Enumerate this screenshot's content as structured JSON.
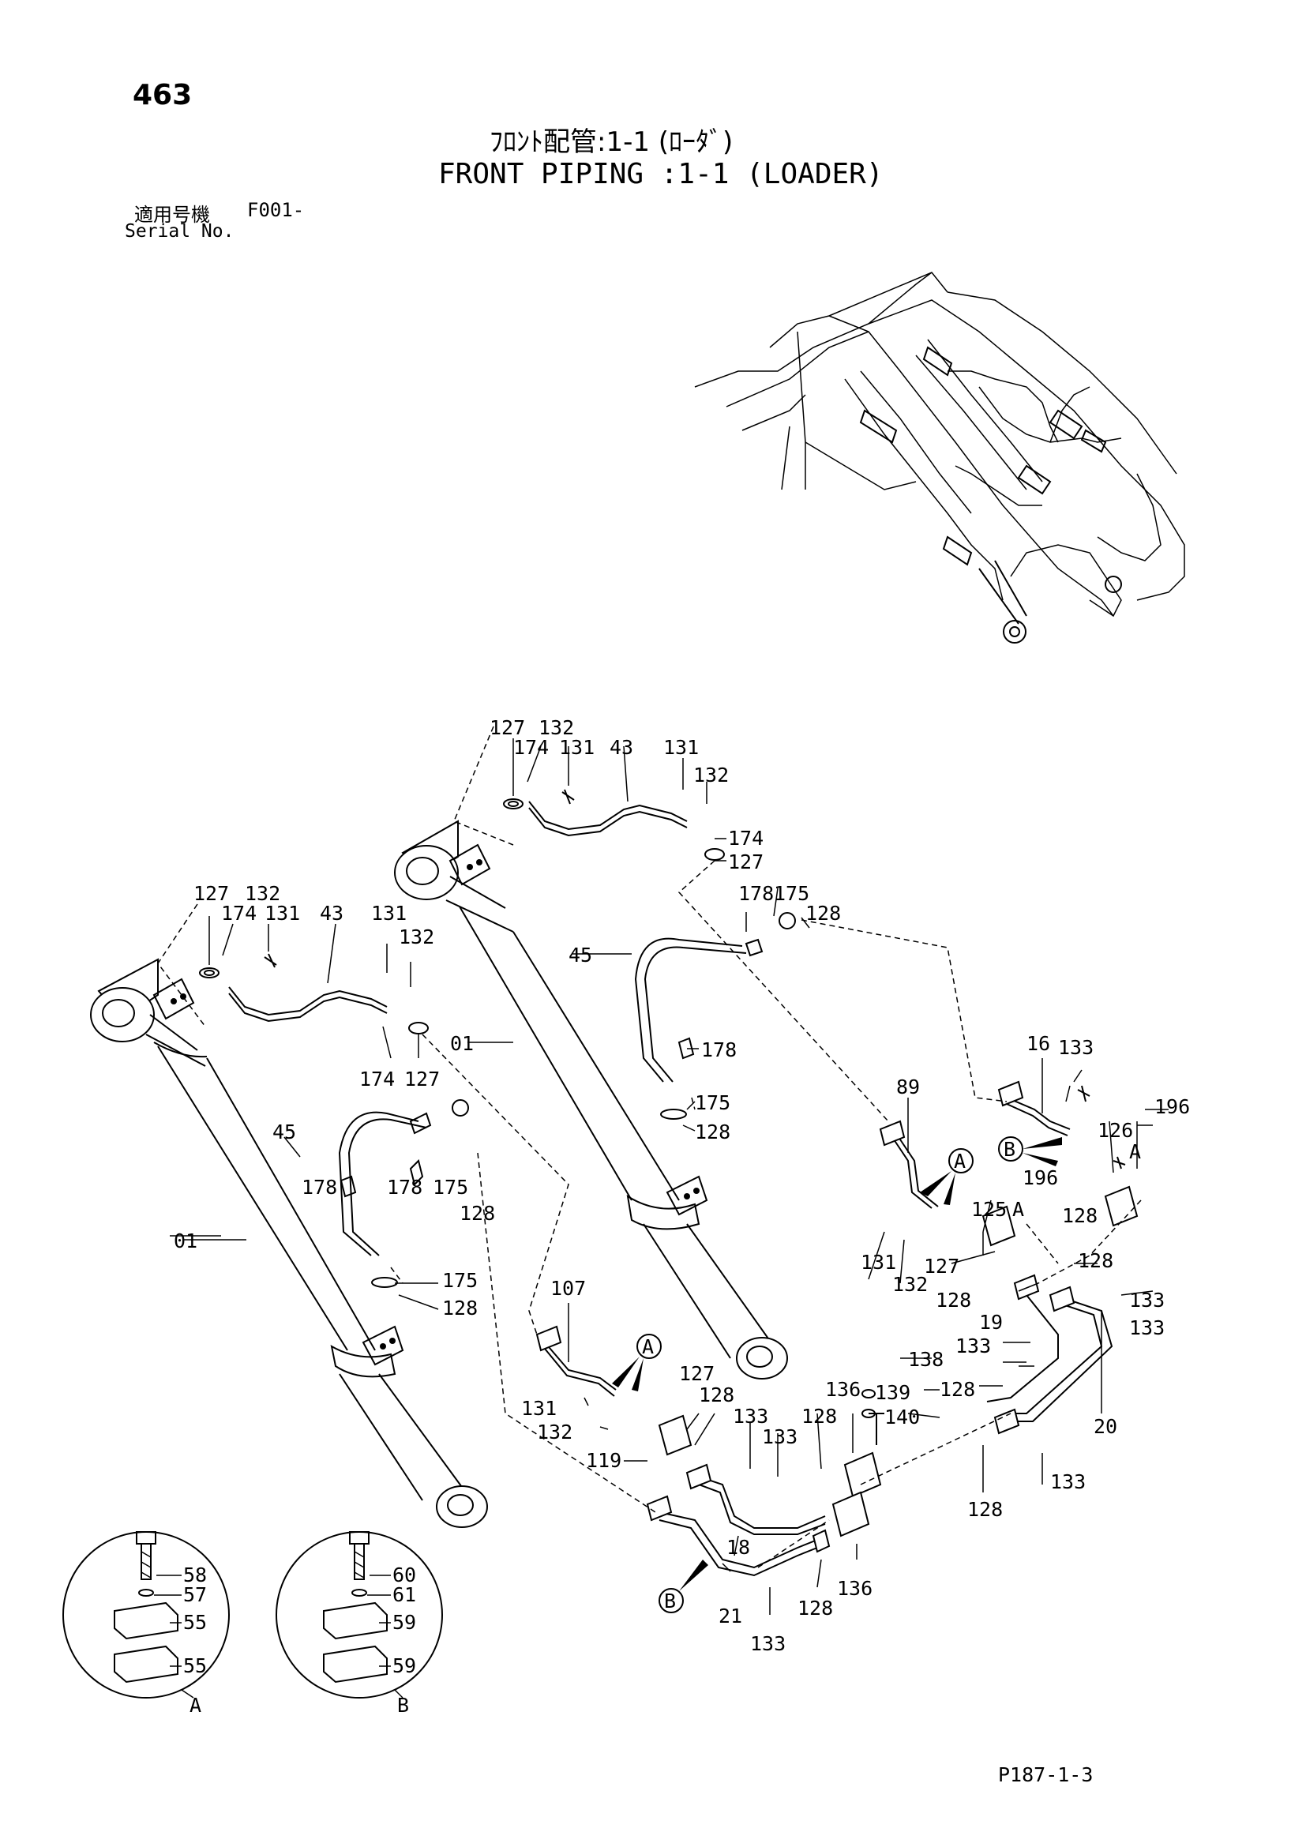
{
  "header": {
    "page_number": "463",
    "title_jp": "ﾌﾛﾝﾄ配管:1-1 (ﾛｰﾀﾞ)",
    "title_en": "FRONT PIPING :1-1 (LOADER)",
    "serial_label_jp": "適用号機",
    "serial_code": "F001-",
    "serial_label_en": "Serial No."
  },
  "callouts": {
    "c01a": "01",
    "c01b": "01",
    "c16": "16",
    "c18": "18",
    "c19": "19",
    "c20": "20",
    "c21": "21",
    "c43a": "43",
    "c43b": "43",
    "c45a": "45",
    "c45b": "45",
    "c55a": "55",
    "c55b": "55",
    "c57": "57",
    "c58": "58",
    "c59a": "59",
    "c59b": "59",
    "c60": "60",
    "c61": "61",
    "c89": "89",
    "c107": "107",
    "c119": "119",
    "c125": "125",
    "c126": "126",
    "c127": "127",
    "c128": "128",
    "c131": "131",
    "c132": "132",
    "c133": "133",
    "c136": "136",
    "c138": "138",
    "c139": "139",
    "c140": "140",
    "c174": "174",
    "c175": "175",
    "c178": "178",
    "c196": "196"
  },
  "detail_labels": {
    "A": "A",
    "B": "B"
  },
  "footer": {
    "sheet_code": "P187-1-3"
  }
}
